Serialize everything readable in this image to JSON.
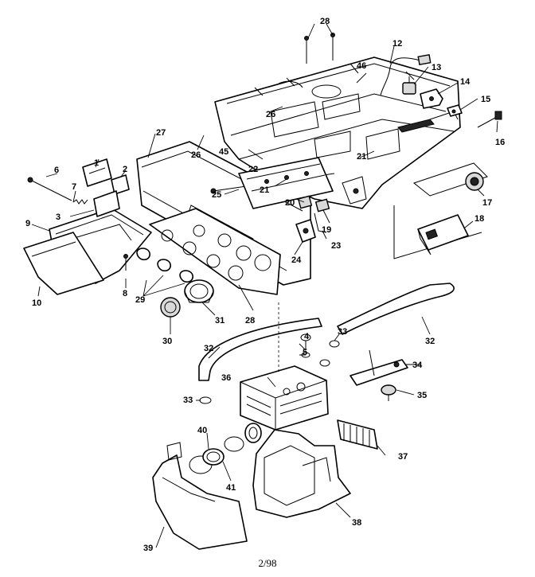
{
  "callouts": [
    {
      "id": "c1",
      "text": "1"
    },
    {
      "id": "c2",
      "text": "2"
    },
    {
      "id": "c3",
      "text": "3"
    },
    {
      "id": "c4",
      "text": "4"
    },
    {
      "id": "c5",
      "text": "5"
    },
    {
      "id": "c6",
      "text": "6"
    },
    {
      "id": "c7",
      "text": "7"
    },
    {
      "id": "c8",
      "text": "8"
    },
    {
      "id": "c9",
      "text": "9"
    },
    {
      "id": "c10",
      "text": "10"
    },
    {
      "id": "c12",
      "text": "12"
    },
    {
      "id": "c13",
      "text": "13"
    },
    {
      "id": "c14",
      "text": "14"
    },
    {
      "id": "c15",
      "text": "15"
    },
    {
      "id": "c16",
      "text": "16"
    },
    {
      "id": "c17",
      "text": "17"
    },
    {
      "id": "c18",
      "text": "18"
    },
    {
      "id": "c19",
      "text": "19"
    },
    {
      "id": "c20",
      "text": "20"
    },
    {
      "id": "c21a",
      "text": "21"
    },
    {
      "id": "c21b",
      "text": "21"
    },
    {
      "id": "c22",
      "text": "22"
    },
    {
      "id": "c23",
      "text": "23"
    },
    {
      "id": "c24",
      "text": "24"
    },
    {
      "id": "c25",
      "text": "25"
    },
    {
      "id": "c26a",
      "text": "26"
    },
    {
      "id": "c26b",
      "text": "26"
    },
    {
      "id": "c27",
      "text": "27"
    },
    {
      "id": "c28a",
      "text": "28"
    },
    {
      "id": "c28b",
      "text": "28"
    },
    {
      "id": "c29",
      "text": "29"
    },
    {
      "id": "c30",
      "text": "30"
    },
    {
      "id": "c31",
      "text": "31"
    },
    {
      "id": "c32a",
      "text": "32"
    },
    {
      "id": "c32b",
      "text": "32"
    },
    {
      "id": "c33a",
      "text": "33"
    },
    {
      "id": "c33b",
      "text": "33"
    },
    {
      "id": "c34",
      "text": "34"
    },
    {
      "id": "c35",
      "text": "35"
    },
    {
      "id": "c36",
      "text": "36"
    },
    {
      "id": "c37",
      "text": "37"
    },
    {
      "id": "c38",
      "text": "38"
    },
    {
      "id": "c39",
      "text": "39"
    },
    {
      "id": "c40",
      "text": "40"
    },
    {
      "id": "c41",
      "text": "41"
    },
    {
      "id": "c45",
      "text": "45"
    },
    {
      "id": "c46",
      "text": "46"
    }
  ],
  "footer": {
    "page_code": "2/98"
  }
}
